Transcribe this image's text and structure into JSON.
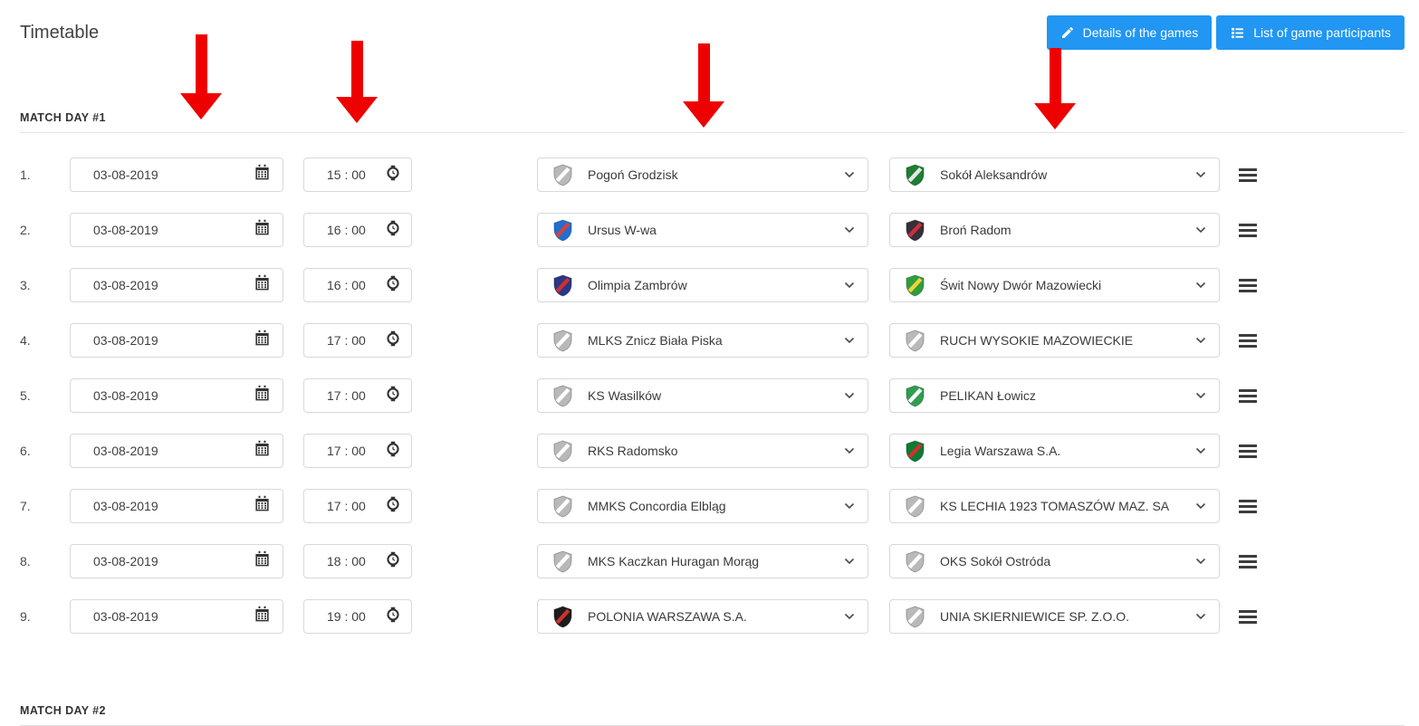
{
  "page": {
    "title": "Timetable"
  },
  "colors": {
    "accent": "#2196f3",
    "arrow": "#ee0000"
  },
  "toolbar": {
    "details_button": "Details of the games",
    "participants_button": "List of game participants"
  },
  "sections": [
    {
      "label": "MATCH DAY #1",
      "matches": [
        {
          "number": "1.",
          "date": "03-08-2019",
          "time": "15 : 00",
          "home": {
            "name": "Pogoń Grodzisk",
            "crest_color": "#b9b9b9",
            "crest_accent": "#ffffff"
          },
          "away": {
            "name": "Sokół Aleksandrów",
            "crest_color": "#1e7e34",
            "crest_accent": "#e6e6e6"
          }
        },
        {
          "number": "2.",
          "date": "03-08-2019",
          "time": "16 : 00",
          "home": {
            "name": "Ursus W-wa",
            "crest_color": "#1f6fd0",
            "crest_accent": "#d84040"
          },
          "away": {
            "name": "Broń Radom",
            "crest_color": "#35303a",
            "crest_accent": "#cf2e3a"
          }
        },
        {
          "number": "3.",
          "date": "03-08-2019",
          "time": "16 : 00",
          "home": {
            "name": "Olimpia Zambrów",
            "crest_color": "#2b3684",
            "crest_accent": "#d22f2f"
          },
          "away": {
            "name": "Świt Nowy Dwór Mazowiecki",
            "crest_color": "#2f9e3f",
            "crest_accent": "#f2d23a"
          }
        },
        {
          "number": "4.",
          "date": "03-08-2019",
          "time": "17 : 00",
          "home": {
            "name": "MLKS Znicz Biała Piska",
            "crest_color": "#b9b9b9",
            "crest_accent": "#ffffff"
          },
          "away": {
            "name": "RUCH WYSOKIE MAZOWIECKIE",
            "crest_color": "#b9b9b9",
            "crest_accent": "#ffffff"
          }
        },
        {
          "number": "5.",
          "date": "03-08-2019",
          "time": "17 : 00",
          "home": {
            "name": "KS Wasilków",
            "crest_color": "#b9b9b9",
            "crest_accent": "#ffffff"
          },
          "away": {
            "name": "PELIKAN Łowicz",
            "crest_color": "#2f9e4f",
            "crest_accent": "#ffffff"
          }
        },
        {
          "number": "6.",
          "date": "03-08-2019",
          "time": "17 : 00",
          "home": {
            "name": "RKS Radomsko",
            "crest_color": "#b9b9b9",
            "crest_accent": "#ffffff"
          },
          "away": {
            "name": "Legia Warszawa S.A.",
            "crest_color": "#0e7a33",
            "crest_accent": "#d22f2f"
          }
        },
        {
          "number": "7.",
          "date": "03-08-2019",
          "time": "17 : 00",
          "home": {
            "name": "MMKS Concordia Elbląg",
            "crest_color": "#b9b9b9",
            "crest_accent": "#ffffff"
          },
          "away": {
            "name": "KS LECHIA 1923 TOMASZÓW MAZ. SA",
            "crest_color": "#b9b9b9",
            "crest_accent": "#ffffff"
          }
        },
        {
          "number": "8.",
          "date": "03-08-2019",
          "time": "18 : 00",
          "home": {
            "name": "MKS Kaczkan Huragan Morąg",
            "crest_color": "#b9b9b9",
            "crest_accent": "#ffffff"
          },
          "away": {
            "name": "OKS Sokół Ostróda",
            "crest_color": "#b9b9b9",
            "crest_accent": "#ffffff"
          }
        },
        {
          "number": "9.",
          "date": "03-08-2019",
          "time": "19 : 00",
          "home": {
            "name": "POLONIA WARSZAWA S.A.",
            "crest_color": "#1c1c1c",
            "crest_accent": "#d22f2f"
          },
          "away": {
            "name": "UNIA SKIERNIEWICE SP. Z.O.O.",
            "crest_color": "#b9b9b9",
            "crest_accent": "#ffffff"
          }
        }
      ]
    },
    {
      "label": "MATCH DAY #2",
      "matches": []
    }
  ]
}
